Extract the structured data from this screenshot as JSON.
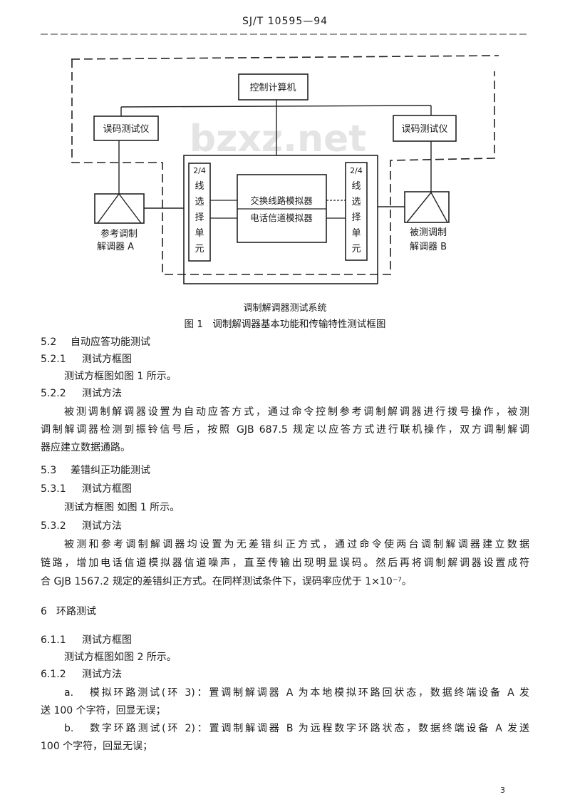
{
  "header": {
    "standard_code": "SJ/T 10595—94"
  },
  "figure": {
    "watermark": "bzxz.net",
    "control_computer": "控制计算机",
    "ber_tester_left": "误码测试仪",
    "ber_tester_right": "误码测试仪",
    "line_select_left": [
      "2/4",
      "线",
      "选",
      "择",
      "单",
      "元"
    ],
    "line_select_right": [
      "2/4",
      "线",
      "选",
      "择",
      "单",
      "元"
    ],
    "switch_line_simulator": "交换线路模拟器",
    "telephone_channel_simulator": "电话信道模拟器",
    "modem_a": [
      "参考调制",
      "解调器 A"
    ],
    "modem_b": [
      "被测调制",
      "解调器 B"
    ],
    "system_label": "调制解调器测试系统",
    "caption": "图 1　调制解调器基本功能和传输特性测试框图"
  },
  "sections": {
    "s5_2": {
      "num": "5.2",
      "title": "自动应答功能测试"
    },
    "s5_2_1": {
      "num": "5.2.1",
      "title": "测试方框图",
      "text": "测试方框图如图 1 所示。"
    },
    "s5_2_2": {
      "num": "5.2.2",
      "title": "测试方法",
      "para": [
        "被测调制解调器设置为自动应答方式，通过命令控制参考调制解调器进行拨号操作，被测",
        "调制解调器检测到振铃信号后，按照 GJB 687.5 规定以应答方式进行联机操作，双方调制解调",
        "器应建立数据通路。"
      ]
    },
    "s5_3": {
      "num": "5.3",
      "title": "差错纠正功能测试"
    },
    "s5_3_1": {
      "num": "5.3.1",
      "title": "测试方框图",
      "text": "测试方框图 如图 1 所示。"
    },
    "s5_3_2": {
      "num": "5.3.2",
      "title": "测试方法",
      "para": [
        "被测和参考调制解调器均设置为无差错纠正方式，通过命令使两台调制解调器建立数据",
        "链路，增加电话信道模拟器信道噪声，直至传输出现明显误码。然后再将调制解调器设置成符",
        "合 GJB 1567.2 规定的差错纠正方式。在同样测试条件下，误码率应优于 1×10⁻⁷。"
      ]
    },
    "s6": {
      "num": "6",
      "title": "环路测试"
    },
    "s6_1_1": {
      "num": "6.1.1",
      "title": "测试方框图",
      "text": "测试方框图如图 2 所示。"
    },
    "s6_1_2": {
      "num": "6.1.2",
      "title": "测试方法",
      "items": [
        {
          "label": "a.",
          "lines": [
            "模拟环路测试(环 3)：置调制解调器 A 为本地模拟环路回状态，数据终端设备 A 发",
            "送 100 个字符，回显无误；"
          ]
        },
        {
          "label": "b.",
          "lines": [
            "数字环路测试(环 2)：置调制解调器 B 为远程数字环路状态，数据终端设备 A 发送",
            "100 个字符，回显无误；"
          ]
        }
      ]
    }
  },
  "footer": {
    "page_number": "3"
  }
}
